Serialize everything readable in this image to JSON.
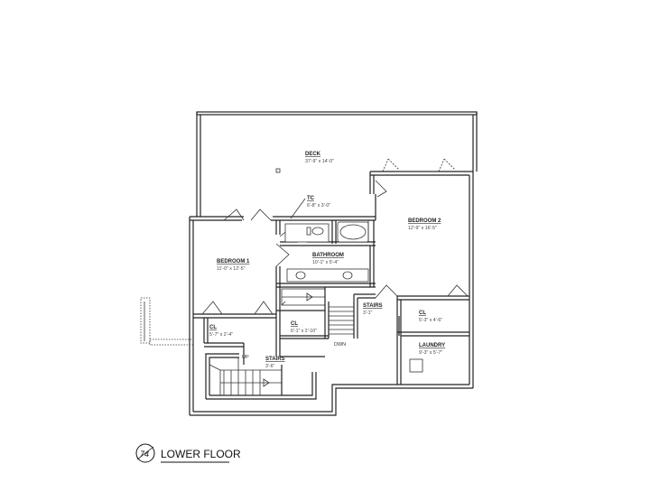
{
  "rooms": {
    "deck": {
      "name": "DECK",
      "dims": "37'-9\" x 14'-0\""
    },
    "tc": {
      "name": "TC",
      "dims": "6'-8\" x 3'-0\""
    },
    "bedroom2": {
      "name": "BEDROOM 2",
      "dims": "12'-9\" x 16'-5\""
    },
    "bedroom1": {
      "name": "BEDROOM 1",
      "dims": "11'-0\" x 12'-5\""
    },
    "bathroom": {
      "name": "BATHROOM",
      "dims": "10'-1\" x 5'-4\""
    },
    "stairs_mid": {
      "name": "STAIRS",
      "dims": "3'-1\""
    },
    "cl_right": {
      "name": "CL",
      "dims": "5'-3\" x 4'-6\""
    },
    "cl_left": {
      "name": "CL",
      "dims": "5'-7\" x 2'-4\""
    },
    "cl_mid": {
      "name": "CL",
      "dims": "6'-1\" x 2'-10\""
    },
    "laundry": {
      "name": "LAUNDRY",
      "dims": "9'-3\" x 5'-7\""
    },
    "stairs_low": {
      "name": "STAIRS",
      "dims": "3'-6\""
    }
  },
  "notes": {
    "down": "DWN",
    "up": "UP"
  },
  "caption": {
    "badge": "74",
    "title": "LOWER FLOOR"
  },
  "colors": {
    "line": "#222222",
    "background": "#ffffff"
  }
}
